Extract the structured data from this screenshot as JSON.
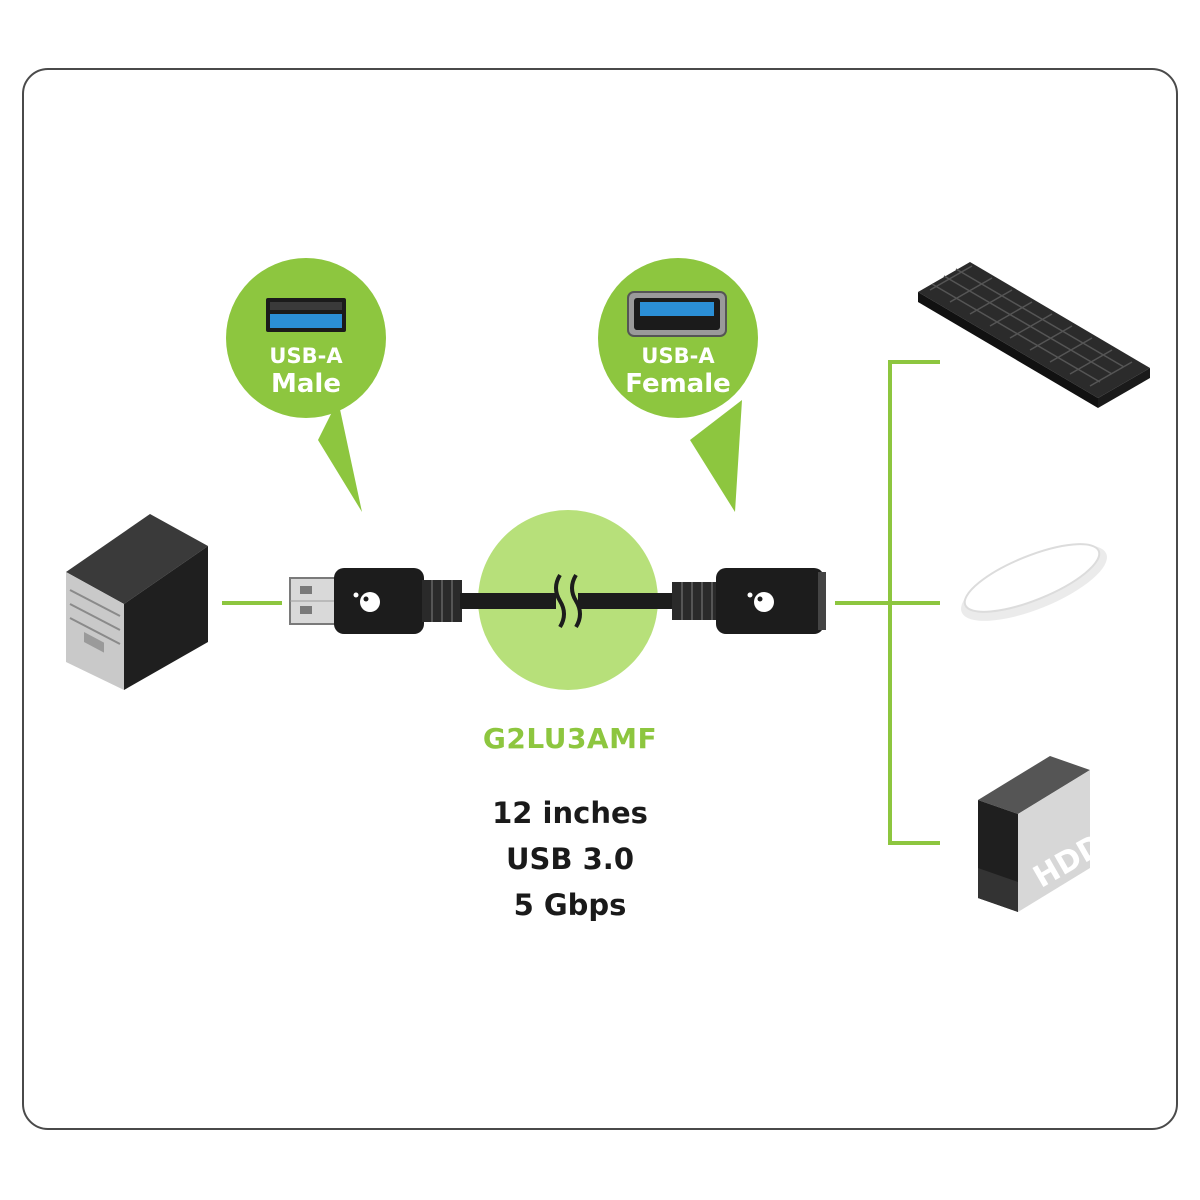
{
  "callouts": {
    "male": {
      "line1": "USB-A",
      "line2": "Male"
    },
    "female": {
      "line1": "USB-A",
      "line2": "Female"
    }
  },
  "product": {
    "model": "G2LU3AMF",
    "specs": [
      "12 inches",
      "USB 3.0",
      "5 Gbps"
    ]
  },
  "devices": {
    "hdd_label": "HDD"
  },
  "colors": {
    "green": "#8dc63f",
    "light_green": "#b7e07a",
    "usb3_blue": "#2b8fd6",
    "cable_black": "#1c1c1c"
  },
  "icons": [
    "desktop-tower-icon",
    "usb-a-male-port-icon",
    "usb-a-female-port-icon",
    "keyboard-icon",
    "mouse-icon",
    "hdd-icon",
    "brand-logo-icon"
  ]
}
